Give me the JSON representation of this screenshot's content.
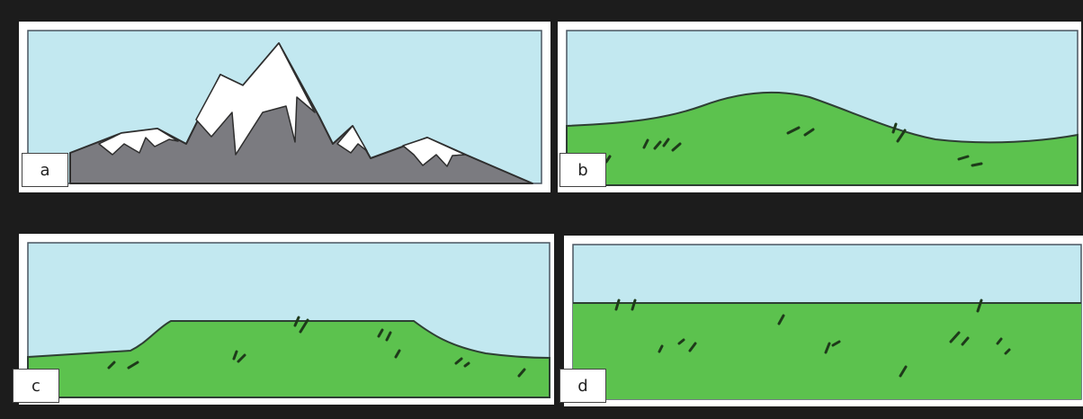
{
  "panels": [
    {
      "label": "a",
      "landform": "mountains"
    },
    {
      "label": "b",
      "landform": "hills"
    },
    {
      "label": "c",
      "landform": "plateau"
    },
    {
      "label": "d",
      "landform": "plain"
    }
  ],
  "colors": {
    "background": "#1c1c1c",
    "frame": "#ffffff",
    "sky": "#c2e8f0",
    "grass": "#5cc24e",
    "rock": "#7b7b80",
    "snow": "#ffffff",
    "outline": "#2e3f34",
    "tuft": "#1e3a1a"
  }
}
